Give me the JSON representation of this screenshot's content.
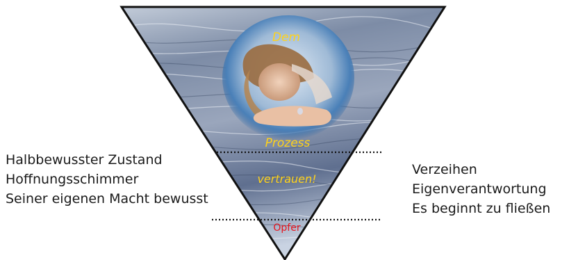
{
  "colors": {
    "motto": "#ffd21a",
    "stage_bottom": "#e8141c",
    "text": "#1a1a1a",
    "outline": "#111111"
  },
  "triangle": {
    "motto_lines": [
      "Dem",
      "Prozess",
      "vertrauen!"
    ],
    "bottom_label": "Opfer"
  },
  "left_list": {
    "items": [
      "Halbbewusster Zustand",
      "Hoffnungsschimmer",
      "Seiner eigenen Macht bewusst"
    ]
  },
  "right_list": {
    "items": [
      "Verzeihen",
      "Eigenverantwortung",
      "Es beginnt zu fließen"
    ]
  }
}
